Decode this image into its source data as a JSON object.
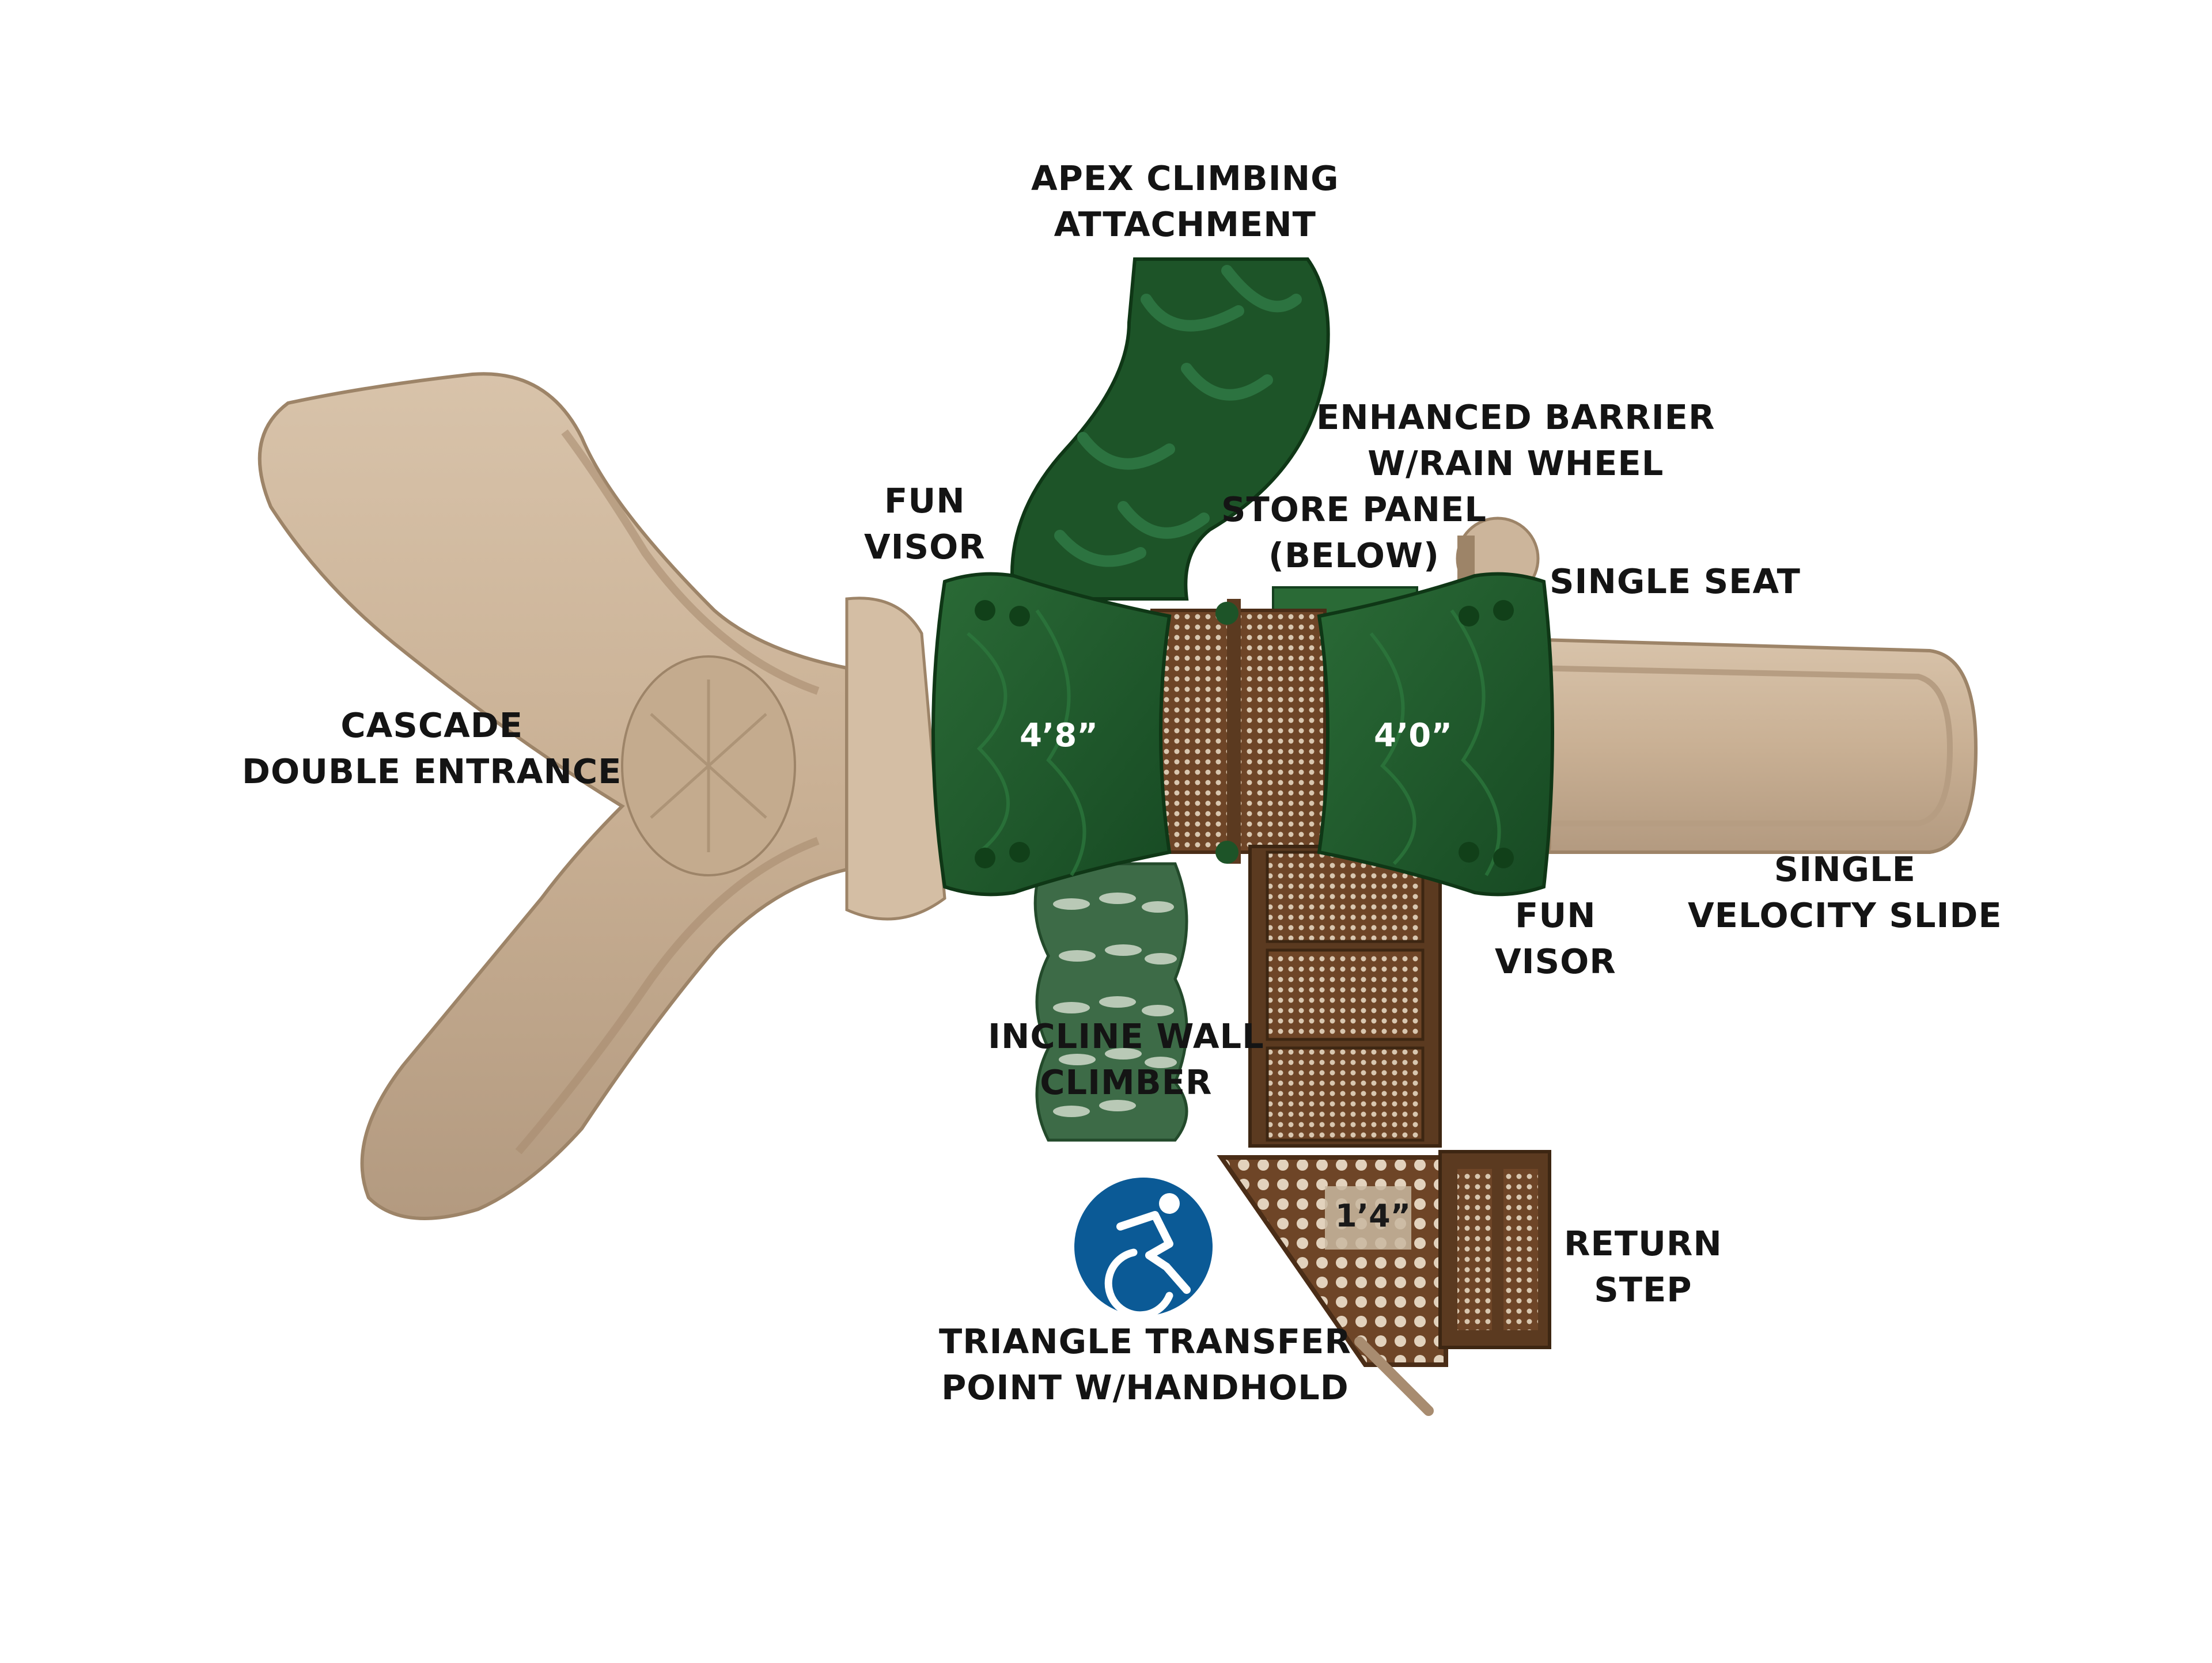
{
  "labels": {
    "apex": [
      "APEX CLIMBING",
      "ATTACHMENT"
    ],
    "enhanced_barrier": [
      "ENHANCED BARRIER",
      "W/RAIN WHEEL"
    ],
    "fun_visor_left": [
      "FUN",
      "VISOR"
    ],
    "store_panel": [
      "STORE PANEL",
      "(BELOW)"
    ],
    "single_seat": [
      "SINGLE SEAT"
    ],
    "cascade": [
      "CASCADE",
      "DOUBLE ENTRANCE"
    ],
    "single_velocity": [
      "SINGLE",
      "VELOCITY SLIDE"
    ],
    "fun_visor_right": [
      "FUN",
      "VISOR"
    ],
    "incline_wall": [
      "INCLINE WALL",
      "CLIMBER"
    ],
    "return_step": [
      "RETURN",
      "STEP"
    ],
    "triangle_transfer": [
      "TRIANGLE TRANSFER",
      "POINT W/HANDHOLD"
    ]
  },
  "deck_heights": {
    "left": "4’8”",
    "right": "4’0”",
    "transfer": "1’4”"
  },
  "icons": {
    "accessibility": "wheelchair-accessibility-icon"
  },
  "colors": {
    "green_roof": "#1f5a2c",
    "green_dark": "#143f1e",
    "tan": "#cdb59b",
    "tan_dark": "#a88c70",
    "brown": "#6e4527",
    "accessibility_blue": "#0b5a96"
  }
}
